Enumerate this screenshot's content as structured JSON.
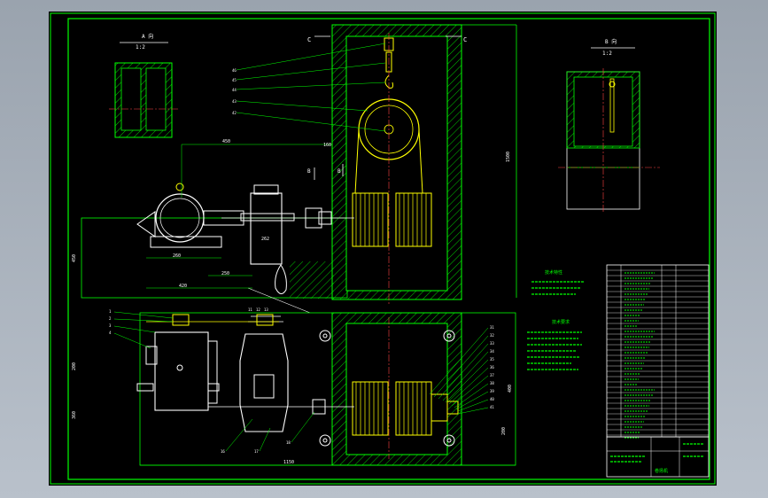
{
  "view_a": {
    "title": "A 向",
    "scale": "1:2"
  },
  "view_b": {
    "title": "B 向",
    "scale": "1:2"
  },
  "section_mark": "C",
  "view_arrow_label": "B",
  "dimensions": {
    "top_width": "450",
    "mid_width": "160",
    "total_height": "1500",
    "left_height": "450",
    "base_a": "260",
    "base_b": "250",
    "base_c": "420",
    "gear_h": "262",
    "plan_width": "1150",
    "plan_h1": "200",
    "plan_h2": "360",
    "right_h1": "400",
    "right_h2": "200"
  },
  "leaders_left": [
    "46",
    "45",
    "44",
    "43",
    "42"
  ],
  "leaders_plan_left": [
    "1",
    "2",
    "3",
    "4"
  ],
  "leaders_plan_mid": [
    "11",
    "12",
    "13"
  ],
  "leaders_plan_right": [
    "31",
    "32",
    "33",
    "34",
    "35",
    "36",
    "37",
    "38",
    "39",
    "40",
    "41"
  ],
  "leaders_bottom": [
    "16",
    "17",
    "18"
  ],
  "notes_title_1": "技术特性",
  "notes_title_2": "技术要求",
  "title_block_label": "卷扬机"
}
